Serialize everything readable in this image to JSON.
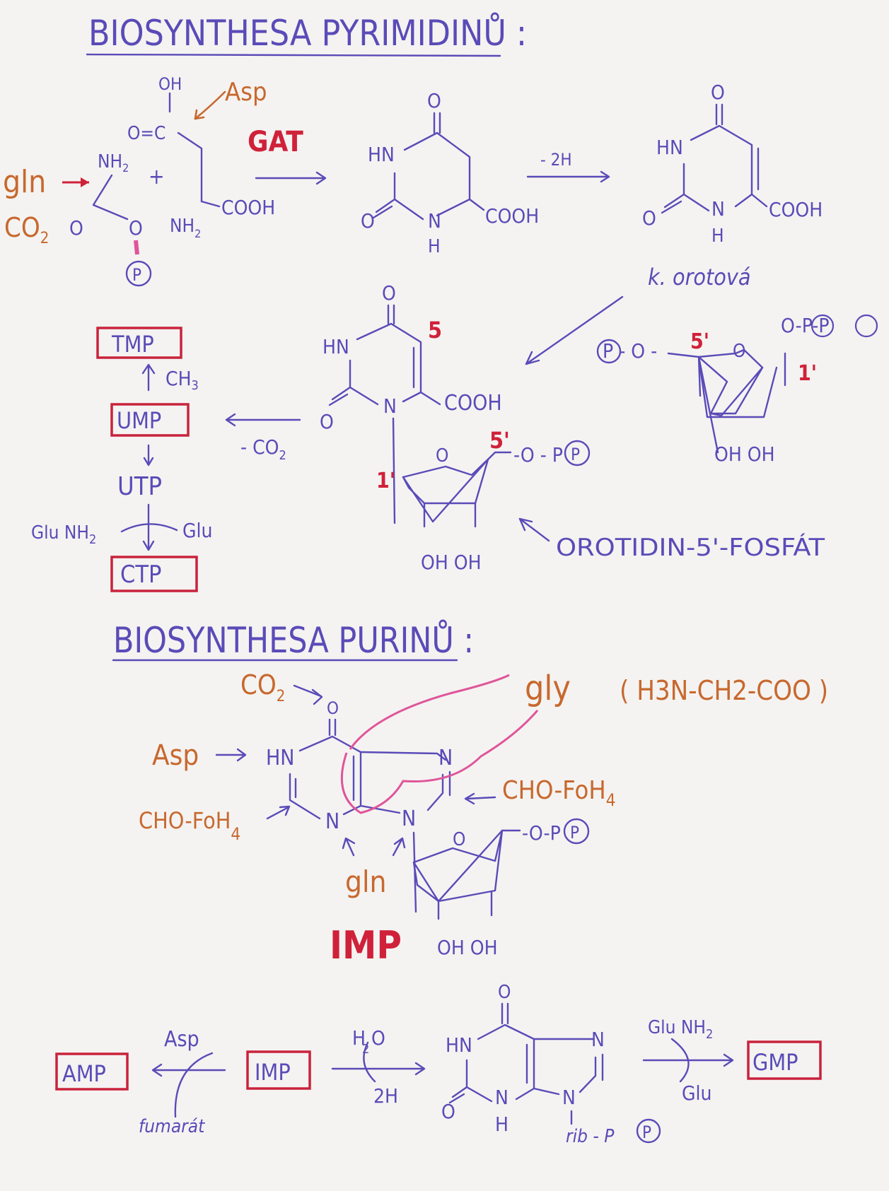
{
  "colors": {
    "ink": "#5a4bb8",
    "orange": "#c8682e",
    "red": "#d0213a",
    "magenta": "#e0559a",
    "paper": "#f4f3f1"
  },
  "titles": {
    "pyrimidine": "BIOSYNTHESA PYRIMIDINŮ :",
    "purine": "BIOSYNTHESA PURINŮ :"
  },
  "pyrimidine": {
    "enzyme": "GAT",
    "asp": "Asp",
    "gln": "gln",
    "co2": "CO",
    "co2_sub": "2",
    "oh": "OH",
    "o": "O",
    "o_eq_c": "O=C",
    "nh2": "NH",
    "nh2_sub": "2",
    "nh": "NH",
    "hn": "HN",
    "n": "N",
    "h": "H",
    "cooh": "COOH",
    "plus": "+",
    "p_mark": "P",
    "minus_2h": "- 2H",
    "orotic_acid": "k. orotová",
    "prpp_prefix": "P - O -",
    "prpp_suffix": "O-P-P",
    "five_prime": "5'",
    "one_prime": "1'",
    "five": "5",
    "ribose_oh": "OH OH",
    "omp_phosphate": "-O - P",
    "minus_co2": "- CO",
    "minus_co2_sub": "2",
    "omp_label": "OROTIDIN-5'-FOSFÁT",
    "tmp": "TMP",
    "ch3": "CH",
    "ch3_sub": "3",
    "ump": "UMP",
    "utp": "UTP",
    "glu_nh2": "Glu NH",
    "glu_nh2_sub": "2",
    "glu": "Glu",
    "ctp": "CTP"
  },
  "purine": {
    "co2": "CO",
    "co2_sub": "2",
    "o": "O",
    "gly": "gly",
    "gly_formula": "( H3N-CH2-COO )",
    "asp": "Asp",
    "hn": "HN",
    "n": "N",
    "cho_foh4_right": "CHO-FoH",
    "cho_foh4_left": "CHO-FoH",
    "sub4": "4",
    "gln": "gln",
    "imp_label": "IMP",
    "ribose_oh": "OH OH",
    "phosphate": "-O-P",
    "amp": "AMP",
    "imp_box": "IMP",
    "gmp": "GMP",
    "asp_small": "Asp",
    "fumarat": "fumarát",
    "h2o": "H O",
    "h2o_sub": "2",
    "two_h": "2H",
    "glu_nh2": "Glu NH",
    "glu_nh2_sub": "2",
    "glu": "Glu",
    "xmp_hn": "HN",
    "xmp_n": "N",
    "xmp_h": "H",
    "xmp_o": "O",
    "rib_p": "rib - P"
  }
}
